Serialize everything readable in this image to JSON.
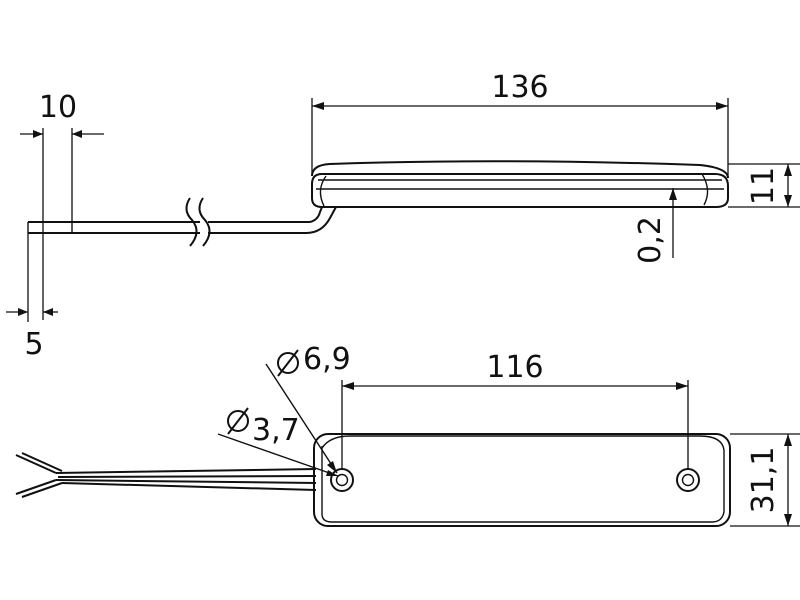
{
  "drawing": {
    "dimensions": {
      "cable_strip_outer": "10",
      "cable_strip_inner": "5",
      "length_overall": "136",
      "height": "11",
      "offset": "0,2",
      "hole_diameter_outer": "6,9",
      "hole_diameter_inner": "3,7",
      "hole_spacing": "116",
      "width": "31,1"
    },
    "colors": {
      "line": "#111111",
      "background": "#ffffff"
    }
  }
}
